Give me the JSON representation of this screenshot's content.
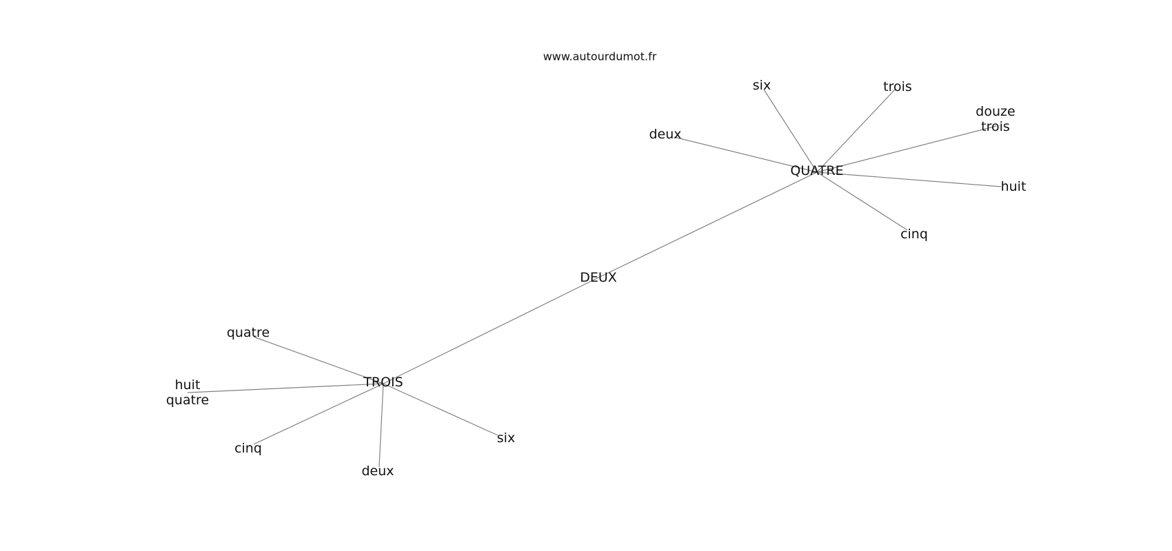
{
  "site": "www.autourdumot.fr",
  "graph": {
    "nodes": [
      {
        "id": "deux_center",
        "label": "DEUX"
      },
      {
        "id": "quatre_hub",
        "label": "QUATRE"
      },
      {
        "id": "trois_hub",
        "label": "TROIS"
      },
      {
        "id": "q_six",
        "label": "six"
      },
      {
        "id": "q_trois",
        "label": "trois"
      },
      {
        "id": "q_deux",
        "label": "deux"
      },
      {
        "id": "q_douze_trois",
        "label": "douze\ntrois"
      },
      {
        "id": "q_huit",
        "label": "huit"
      },
      {
        "id": "q_cinq",
        "label": "cinq"
      },
      {
        "id": "t_quatre",
        "label": "quatre"
      },
      {
        "id": "t_huit_quatre",
        "label": "huit\nquatre"
      },
      {
        "id": "t_cinq",
        "label": "cinq"
      },
      {
        "id": "t_deux",
        "label": "deux"
      },
      {
        "id": "t_six",
        "label": "six"
      }
    ],
    "edges": [
      [
        "deux_center",
        "quatre_hub"
      ],
      [
        "deux_center",
        "trois_hub"
      ],
      [
        "quatre_hub",
        "q_six"
      ],
      [
        "quatre_hub",
        "q_trois"
      ],
      [
        "quatre_hub",
        "q_deux"
      ],
      [
        "quatre_hub",
        "q_douze_trois"
      ],
      [
        "quatre_hub",
        "q_huit"
      ],
      [
        "quatre_hub",
        "q_cinq"
      ],
      [
        "trois_hub",
        "t_quatre"
      ],
      [
        "trois_hub",
        "t_huit_quatre"
      ],
      [
        "trois_hub",
        "t_cinq"
      ],
      [
        "trois_hub",
        "t_deux"
      ],
      [
        "trois_hub",
        "t_six"
      ]
    ]
  }
}
